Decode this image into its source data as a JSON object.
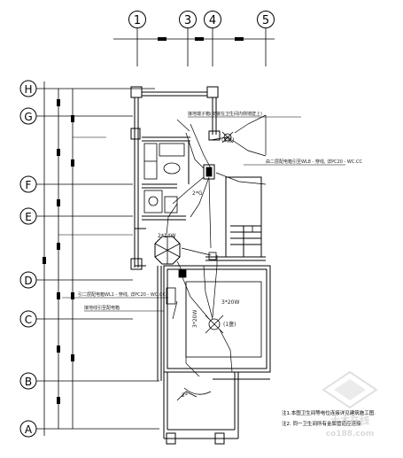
{
  "column_axes": [
    "1",
    "3",
    "4",
    "5"
  ],
  "row_axes": [
    "H",
    "G",
    "F",
    "E",
    "D",
    "C",
    "B",
    "A"
  ],
  "annotations": {
    "top_left_label": "接地端子箱(安装在卫生间内侧墙壁上)",
    "right_label": "由二层配电箱引至WL8 - 穿线, 详PC20 - WC.CC",
    "left_middle_label": "引二层配电箱WL1 - 穿线, 详PC20 - WC.CC",
    "left_lower_label": "接地线引至配电箱",
    "lamp_upper": "(1盏)",
    "lamp_center": "(1盏)",
    "fixture_gv": "2*G",
    "fixture_main": "3*20W",
    "fixture_left": "2*14W",
    "fixture_side": "3*20W",
    "bottom_label": "2*"
  },
  "notes": {
    "line1": "注1.本图卫生间等电位连接详见建筑施工图.",
    "line2": "注2. 同一卫生间所有金属管道应连接."
  },
  "watermark": {
    "site": "土木在线",
    "domain": "co188.com"
  }
}
